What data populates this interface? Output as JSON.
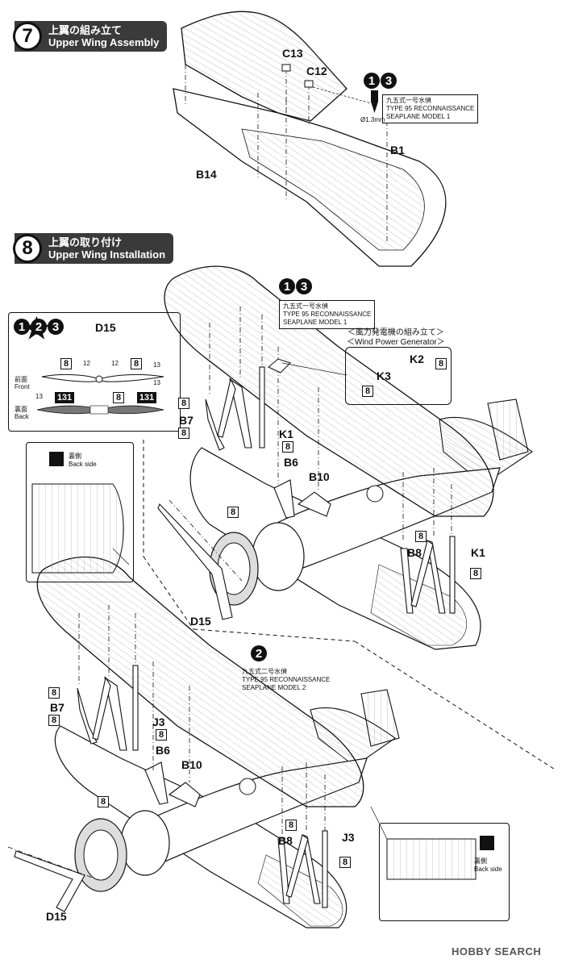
{
  "step7": {
    "number": "7",
    "title_jp": "上翼の組み立て",
    "title_en": "Upper Wing Assembly"
  },
  "step8": {
    "number": "8",
    "title_jp": "上翼の取り付け",
    "title_en": "Upper Wing Installation"
  },
  "version_model1": {
    "badges": [
      "1",
      "3"
    ],
    "jp": "九五式一号水偵",
    "en1": "TYPE 95 RECONNAISSANCE",
    "en2": "SEAPLANE MODEL 1"
  },
  "version_model2": {
    "badges": [
      "2"
    ],
    "jp": "九五式二号水偵",
    "en1": "TYPE 95 RECONNAISSANCE",
    "en2": "SEAPLANE MODEL 2"
  },
  "drill_label": "Ø1.3mm",
  "wind_power": {
    "jp": "＜風力発電機の組み立て＞",
    "en": "＜Wind Power Generator＞"
  },
  "propeller_panel": {
    "badges": [
      "1",
      "2",
      "3"
    ],
    "part": "D15",
    "front_jp": "前面",
    "front_en": "Front",
    "back_jp": "裏面",
    "back_en": "Back",
    "paint_star": "★",
    "num8": "8",
    "num12": "12",
    "num13": "13",
    "num131": "131"
  },
  "back_side_jp": "裏側",
  "back_side_en": "Back side",
  "parts": {
    "c13": "C13",
    "c12": "C12",
    "b1": "B1",
    "b14": "B14",
    "k1": "K1",
    "k2": "K2",
    "k3": "K3",
    "b7": "B7",
    "b6": "B6",
    "b10": "B10",
    "b8": "B8",
    "d15": "D15",
    "j3": "J3"
  },
  "paint8": "8",
  "watermark": "HOBBY SEARCH",
  "colors": {
    "header_bg": "#3a3a3a",
    "line": "#111111",
    "prop_gray": "#777777"
  }
}
